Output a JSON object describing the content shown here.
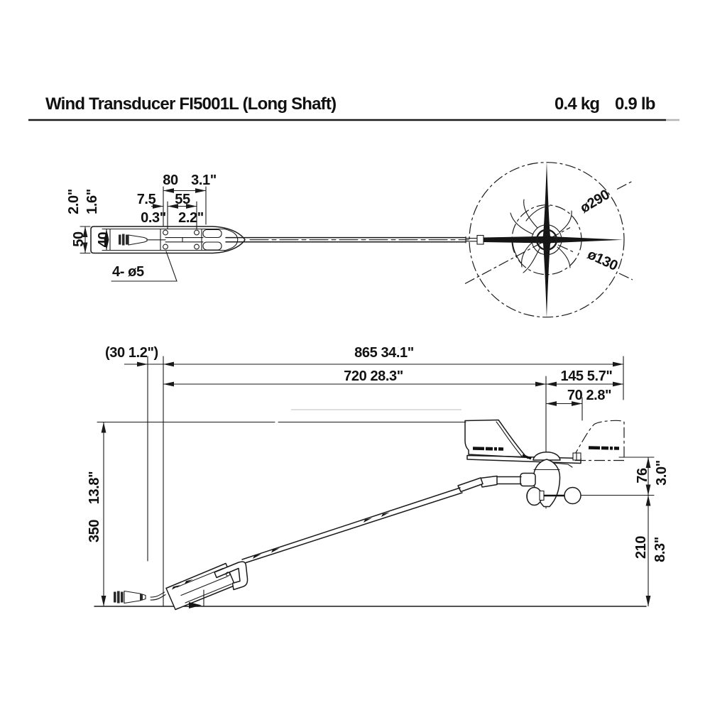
{
  "header": {
    "title": "Wind Transducer FI5001L (Long Shaft)",
    "weight_kg": "0.4 kg",
    "weight_lb": "0.9 lb"
  },
  "top_view": {
    "dims": {
      "d80": "80",
      "d80_in": "3.1\"",
      "d75": "7.5",
      "d55": "55",
      "d03_in": "0.3\"",
      "d22_in": "2.2\"",
      "in50": "2.0\"",
      "in40": "1.6\"",
      "d50": "50",
      "d40": "40",
      "holes": "4- ø5",
      "dia_outer": "ø290",
      "dia_inner": "ø130"
    }
  },
  "side_view": {
    "dims": {
      "d30": "(30  1.2\")",
      "d865": "865  34.1\"",
      "d720": "720  28.3\"",
      "d145": "145  5.7\"",
      "d70": "70  2.8\"",
      "d350": "350",
      "d350_in": "13.8\"",
      "d76": "76",
      "d76_in": "3.0\"",
      "d210": "210",
      "d210_in": "8.3\""
    }
  }
}
